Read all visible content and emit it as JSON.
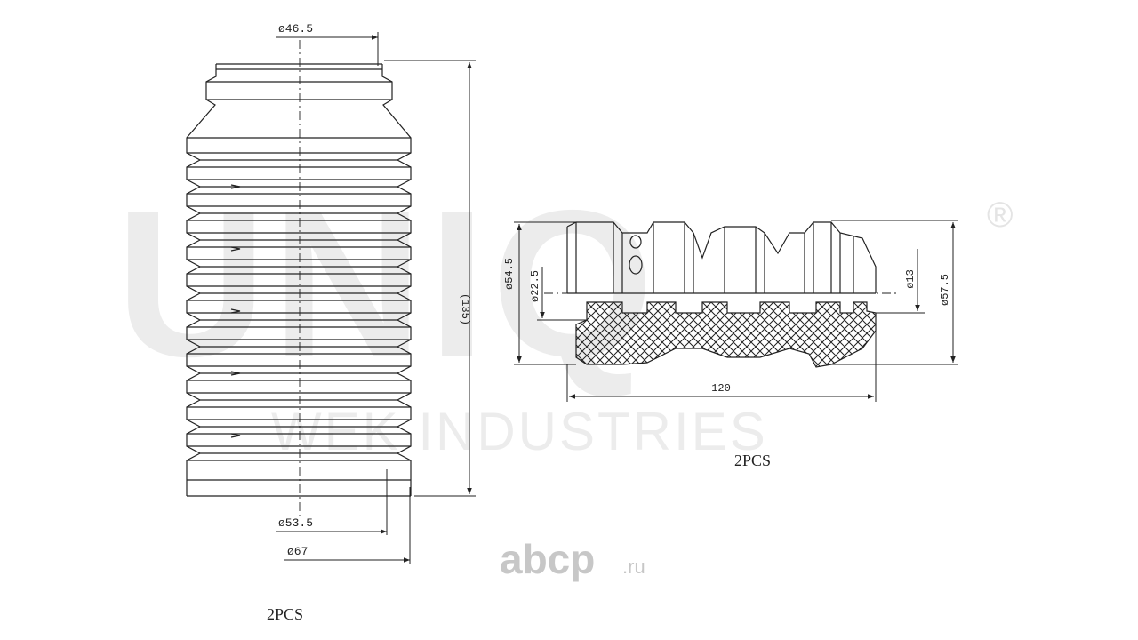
{
  "watermark": {
    "brand": "UNIQ",
    "registered": "®",
    "subtitle": "WEK INDUSTRIES"
  },
  "site_logo": {
    "name": "abcp",
    "tld": ".ru"
  },
  "boot": {
    "dim_top": "ø46.5",
    "dim_height": "(135)",
    "dim_inner_bottom": "ø53.5",
    "dim_outer_bottom": "ø67",
    "quantity": "2PCS"
  },
  "bumper": {
    "dim_outer_left": "ø54.5",
    "dim_inner_left": "ø22.5",
    "dim_inner_right": "ø13",
    "dim_outer_right": "ø57.5",
    "dim_length": "120",
    "quantity": "2PCS"
  },
  "colors": {
    "line": "#222222",
    "watermark": "#ececec",
    "logo": "#c7c7c7"
  }
}
